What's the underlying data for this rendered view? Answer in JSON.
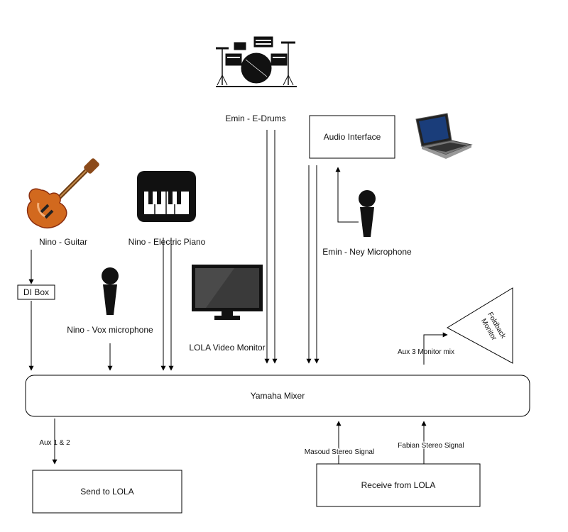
{
  "nodes": {
    "drums": {
      "label": "Emin - E-Drums",
      "icon": "drum-kit-icon"
    },
    "audio_interface": {
      "label": "Audio Interface"
    },
    "laptop": {
      "icon": "laptop-icon"
    },
    "guitar": {
      "label": "Nino - Guitar",
      "icon": "electric-guitar-icon"
    },
    "piano": {
      "label": "Nino - Electric Piano",
      "icon": "keyboard-piano-icon"
    },
    "ney_mic": {
      "label": "Emin - Ney Microphone",
      "icon": "microphone-icon"
    },
    "di_box": {
      "label": "DI Box"
    },
    "vox_mic": {
      "label": "Nino - Vox microphone",
      "icon": "microphone-icon"
    },
    "video_monitor": {
      "label": "LOLA Video Monitor",
      "icon": "monitor-icon"
    },
    "foldback": {
      "label_line1": "Foldback",
      "label_line2": "Monitor"
    },
    "mixer": {
      "label": "Yamaha Mixer"
    },
    "send_lola": {
      "label": "Send to LOLA"
    },
    "receive_lola": {
      "label": "Receive from LOLA"
    }
  },
  "edges": {
    "aux3": {
      "label": "Aux 3 Monitor mix"
    },
    "aux12": {
      "label": "Aux 1 & 2"
    },
    "masoud": {
      "label": "Masoud Stereo Signal"
    },
    "fabian": {
      "label": "Fabian Stereo Signal"
    }
  },
  "colors": {
    "stroke": "#000000",
    "guitar_body": "#d2691e",
    "guitar_body_edge": "#8b2e0f",
    "icon_dark": "#111111",
    "screen": "#3a3a3a"
  }
}
